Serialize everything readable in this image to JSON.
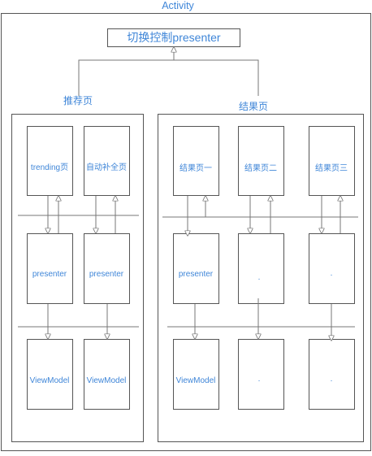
{
  "diagram": {
    "title": "Activity",
    "controller": "切换控制presenter",
    "colors": {
      "line": "#777777",
      "text": "#3f86d8",
      "border": "#555555"
    },
    "groups": [
      {
        "id": "recommend",
        "title": "推荐页",
        "columns": [
          {
            "page": "trending页",
            "presenter": "presenter",
            "model": "ViewModel"
          },
          {
            "page": "自动补全页",
            "presenter": "presenter",
            "model": "ViewModel"
          }
        ]
      },
      {
        "id": "result",
        "title": "结果页",
        "columns": [
          {
            "page": "结果页一",
            "presenter": "presenter",
            "model": "ViewModel"
          },
          {
            "page": "结果页二",
            "presenter": ".",
            "model": "."
          },
          {
            "page": "结果页三",
            "presenter": ".",
            "model": "."
          }
        ]
      }
    ]
  }
}
